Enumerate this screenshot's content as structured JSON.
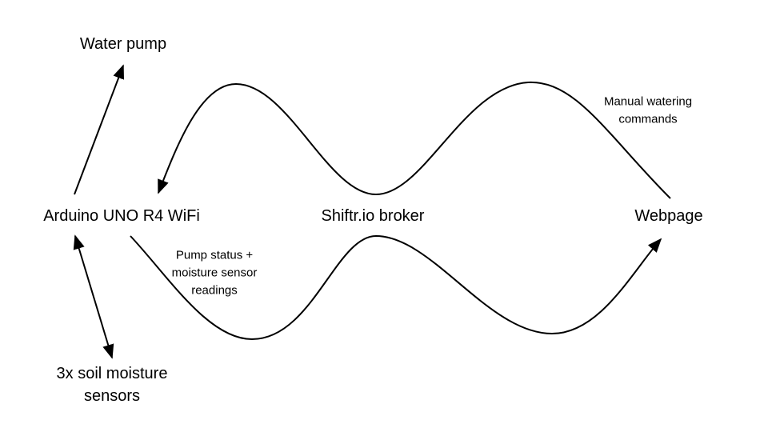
{
  "nodes": {
    "water_pump": "Water pump",
    "arduino": "Arduino UNO R4 WiFi",
    "broker": "Shiftr.io broker",
    "webpage": "Webpage",
    "sensors_line1": "3x soil moisture",
    "sensors_line2": "sensors"
  },
  "edge_labels": {
    "upstream_line1": "Pump status +",
    "upstream_line2": "moisture sensor",
    "upstream_line3": "readings",
    "downstream_line1": "Manual watering",
    "downstream_line2": "commands"
  },
  "colors": {
    "line": "#000000",
    "background": "#ffffff"
  }
}
